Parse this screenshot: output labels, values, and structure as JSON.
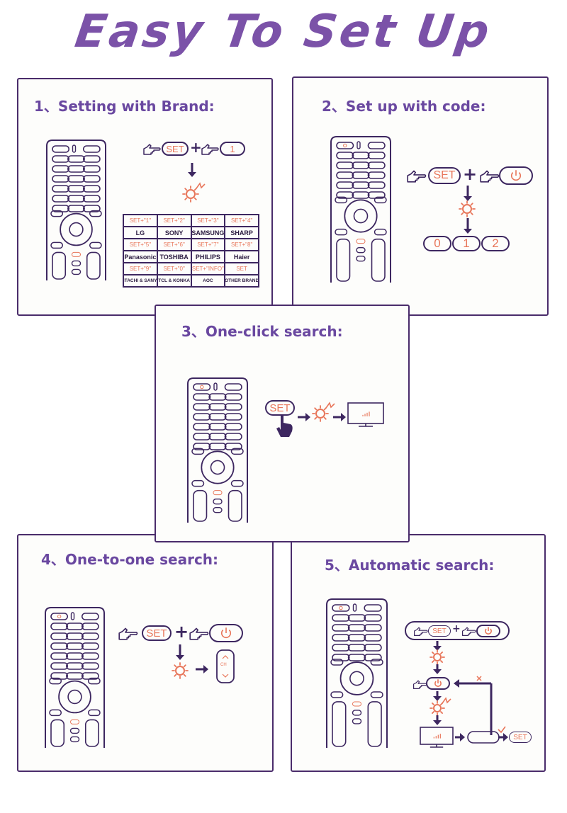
{
  "title": "Easy To Set Up",
  "panels": [
    {
      "title": "1、Setting with Brand:"
    },
    {
      "title": "2、Set up with code:"
    },
    {
      "title": "3、One-click search:"
    },
    {
      "title": "4、One-to-one search:"
    },
    {
      "title": "5、Automatic search:"
    }
  ],
  "labels": {
    "set": "SET",
    "plus": "+",
    "one": "1",
    "code_digits": [
      "0",
      "1",
      "2"
    ],
    "ch": "CH"
  },
  "brand_table": [
    [
      "SET+\"1\"",
      "SET+\"2\"",
      "SET+\"3\"",
      "SET+\"4\""
    ],
    [
      "LG",
      "SONY",
      "SAMSUNG",
      "SHARP"
    ],
    [
      "SET+\"5\"",
      "SET+\"6\"",
      "SET+\"7\"",
      "SET+\"8\""
    ],
    [
      "Panasonic",
      "TOSHIBA",
      "PHILIPS",
      "Haier"
    ],
    [
      "SET+\"9\"",
      "SET+\"0\"",
      "SET+\"INFO\"",
      "SET"
    ],
    [
      "HITACHI & SANYO",
      "TCL & KONKA",
      "AOC",
      "OTHER BRAND"
    ]
  ],
  "colors": {
    "purple": "#6a48a0",
    "dark": "#3d2760",
    "orange": "#e8765a"
  }
}
